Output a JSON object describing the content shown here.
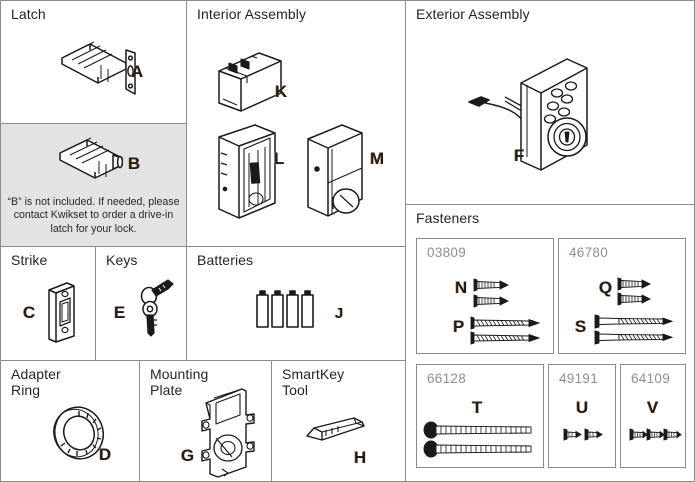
{
  "document": {
    "kind": "parts-identification-diagram",
    "product_brand_mentioned": "Kwikset"
  },
  "panels": {
    "latch": {
      "title": "Latch",
      "items": [
        {
          "label": "A",
          "icon": "adjustable-latch-icon"
        },
        {
          "label": "B",
          "icon": "drive-in-latch-icon"
        }
      ],
      "note": "“B” is not included. If needed, please contact Kwikset to order a drive-in latch for your lock."
    },
    "interior_assembly": {
      "title": "Interior Assembly",
      "items": [
        {
          "label": "K",
          "icon": "battery-cover-icon"
        },
        {
          "label": "L",
          "icon": "interior-chassis-icon"
        },
        {
          "label": "M",
          "icon": "interior-housing-thumbturn-icon"
        }
      ]
    },
    "exterior_assembly": {
      "title": "Exterior Assembly",
      "items": [
        {
          "label": "F",
          "icon": "keypad-deadbolt-icon"
        }
      ]
    },
    "strike": {
      "title": "Strike",
      "items": [
        {
          "label": "C",
          "icon": "strike-plate-icon"
        }
      ]
    },
    "keys": {
      "title": "Keys",
      "items": [
        {
          "label": "E",
          "icon": "keys-icon"
        }
      ]
    },
    "batteries": {
      "title": "Batteries",
      "items": [
        {
          "label": "J",
          "icon": "aa-batteries-icon",
          "count": 4
        }
      ]
    },
    "adapter_ring": {
      "title": "Adapter\nRing",
      "items": [
        {
          "label": "D",
          "icon": "adapter-ring-icon"
        }
      ]
    },
    "mounting_plate": {
      "title": "Mounting\nPlate",
      "items": [
        {
          "label": "G",
          "icon": "mounting-plate-icon"
        }
      ]
    },
    "smartkey_tool": {
      "title": "SmartKey\nTool",
      "items": [
        {
          "label": "H",
          "icon": "smartkey-tool-icon"
        }
      ]
    },
    "fasteners": {
      "title": "Fasteners",
      "groups": [
        {
          "part_number": "03809",
          "items": [
            {
              "label": "N",
              "icon": "short-machine-screw-icon",
              "count": 2
            },
            {
              "label": "P",
              "icon": "long-wood-screw-icon",
              "count": 2
            }
          ]
        },
        {
          "part_number": "46780",
          "items": [
            {
              "label": "Q",
              "icon": "short-machine-screw-icon",
              "count": 2
            },
            {
              "label": "S",
              "icon": "long-machine-screw-icon",
              "count": 2
            }
          ]
        },
        {
          "part_number": "66128",
          "items": [
            {
              "label": "T",
              "icon": "extra-long-bolt-icon",
              "count": 2
            }
          ]
        },
        {
          "part_number": "49191",
          "items": [
            {
              "label": "U",
              "icon": "tiny-screw-icon",
              "count": 2
            }
          ]
        },
        {
          "part_number": "64109",
          "items": [
            {
              "label": "V",
              "icon": "small-screw-icon",
              "count": 3
            }
          ]
        }
      ]
    }
  },
  "colors": {
    "border": "#8c8c8c",
    "heading_text": "#22262b",
    "label_text": "#1d1d22",
    "label_fringe": "#e27a1a",
    "part_number_text": "#8a9096",
    "note_panel_bg": "#e3e3e3",
    "page_bg": "#ffffff",
    "line_art": "#1a1a1a"
  }
}
